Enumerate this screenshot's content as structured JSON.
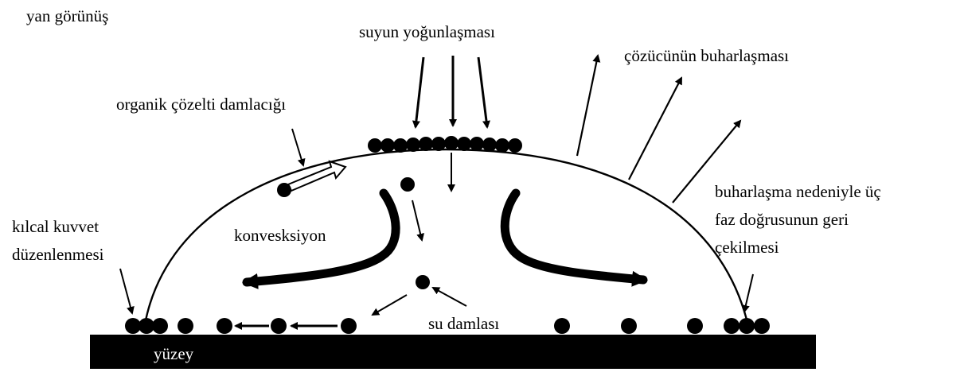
{
  "labels": {
    "view": "yan görünüş",
    "water_condensation": "suyun yoğunlaşması",
    "solvent_evaporation": "çözücünün buharlaşması",
    "organic_droplet": "organik çözelti damlacığı",
    "capillary_line1": "kılcal kuvvet",
    "capillary_line2": "düzenlenmesi",
    "convection": "konvesksiyon",
    "water_droplet": "su damlası",
    "retreat_line1": "buharlaşma nedeniyle üç",
    "retreat_line2": "faz doğrusunun geri",
    "retreat_line3": "çekilmesi",
    "surface": "yüzey"
  },
  "colors": {
    "ink": "#000000",
    "substrate": "#000000",
    "background": "#ffffff"
  }
}
